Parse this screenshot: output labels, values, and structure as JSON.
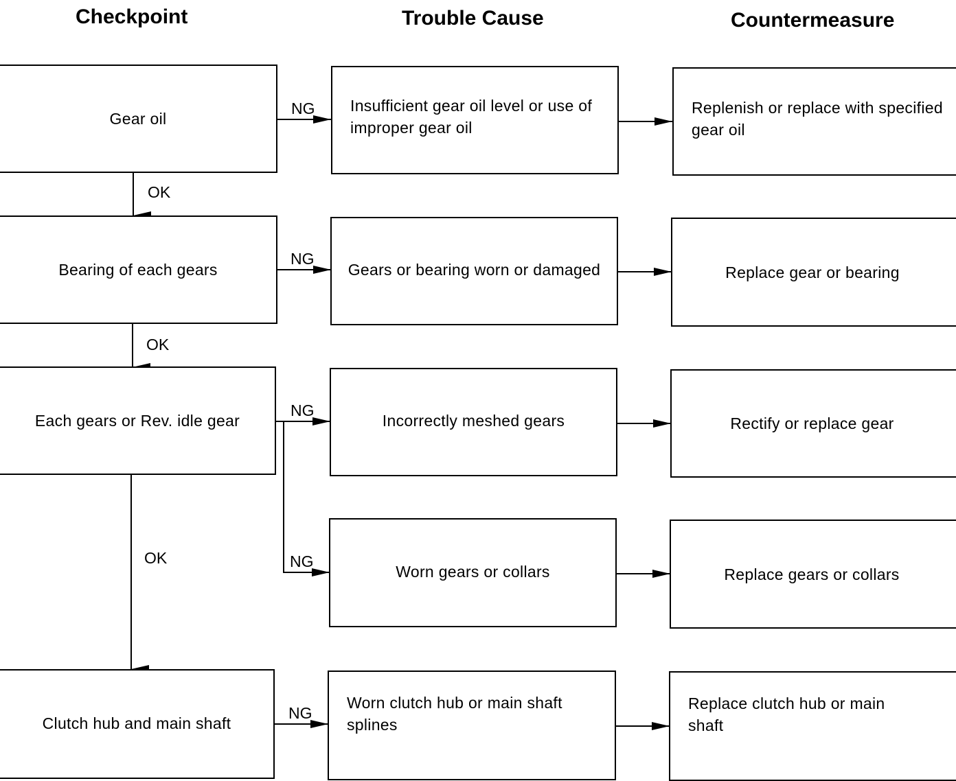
{
  "headers": {
    "checkpoint": "Checkpoint",
    "trouble_cause": "Trouble Cause",
    "countermeasure": "Countermeasure"
  },
  "checkpoints": [
    "Gear oil",
    "Bearing of each gears",
    "Each gears or Rev. idle gear",
    "Clutch hub and main shaft"
  ],
  "causes": [
    "Insufficient gear oil level or use of improper gear oil",
    "Gears or bearing worn or damaged",
    "Incorrectly meshed gears",
    "Worn gears or collars",
    "Worn clutch hub or main shaft splines"
  ],
  "countermeasures": [
    "Replenish or replace with specified gear oil",
    "Replace gear or bearing",
    "Rectify or replace gear",
    "Replace gears or collars",
    "Replace clutch hub or main shaft"
  ],
  "labels": {
    "ng": "NG",
    "ok": "OK"
  }
}
